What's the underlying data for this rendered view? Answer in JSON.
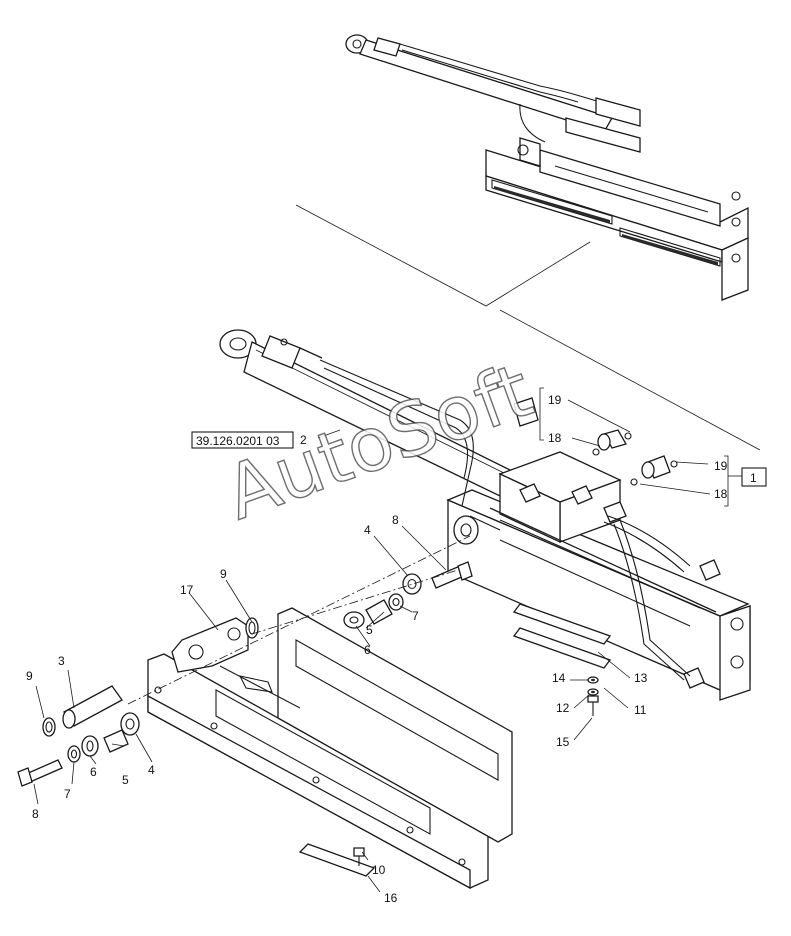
{
  "diagram": {
    "reference_code": "39.126.0201 03",
    "watermark": "AutoSoft",
    "callouts": {
      "c1": "1",
      "c2": "2",
      "c3": "3",
      "c4a": "4",
      "c4b": "4",
      "c5a": "5",
      "c5b": "5",
      "c6a": "6",
      "c6b": "6",
      "c7a": "7",
      "c7b": "7",
      "c8a": "8",
      "c8b": "8",
      "c9a": "9",
      "c9b": "9",
      "c10": "10",
      "c11": "11",
      "c12": "12",
      "c13": "13",
      "c14": "14",
      "c15": "15",
      "c16": "16",
      "c17": "17",
      "c18a": "18",
      "c18b": "18",
      "c19a": "19",
      "c19b": "19"
    }
  }
}
